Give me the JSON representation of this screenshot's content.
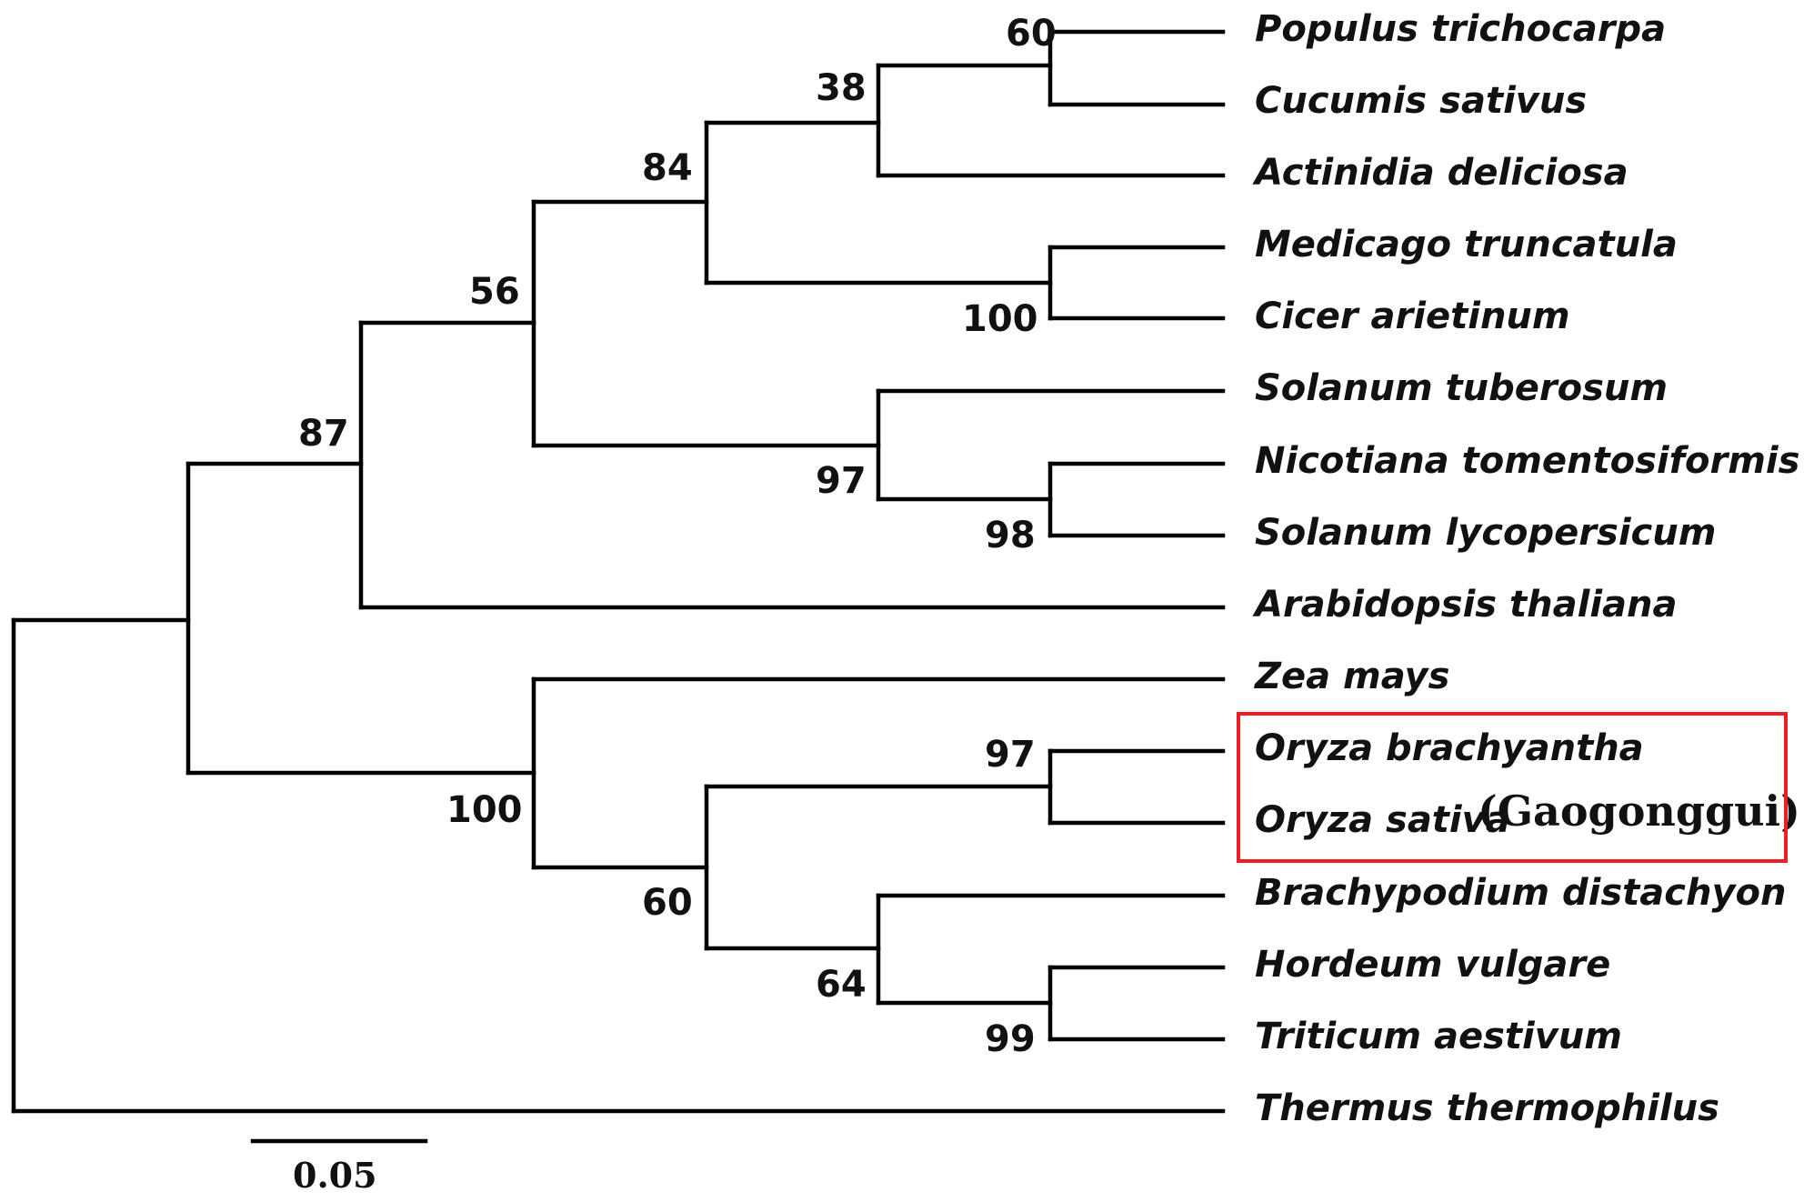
{
  "tree": {
    "taxa": [
      "Populus trichocarpa",
      "Cucumis sativus",
      "Actinidia deliciosa",
      "Medicago truncatula",
      "Cicer arietinum",
      "Solanum tuberosum",
      "Nicotiana tomentosiformis",
      "Solanum lycopersicum",
      "Arabidopsis thaliana",
      "Zea mays",
      "Oryza brachyantha",
      "Oryza sativa",
      "Brachypodium distachyon",
      "Hordeum vulgare",
      "Triticum aestivum",
      "Thermus thermophilus"
    ],
    "highlighted_strain": "(Gaogonggui)",
    "highlight_color": "#ee1c24",
    "bootstrap": {
      "populus_cucumis": "60",
      "with_actinidia": "38",
      "rosids": "84",
      "medicago_cicer": "100",
      "eudicot_core": "56",
      "solanaceae": "97",
      "nicotiana_lycopersicum": "98",
      "eudicots": "87",
      "monocots": "100",
      "oryza": "97",
      "bep": "60",
      "pooideae": "64",
      "hordeum_triticum": "99"
    },
    "scale_bar": {
      "label": "0.05",
      "value": 0.05
    }
  }
}
